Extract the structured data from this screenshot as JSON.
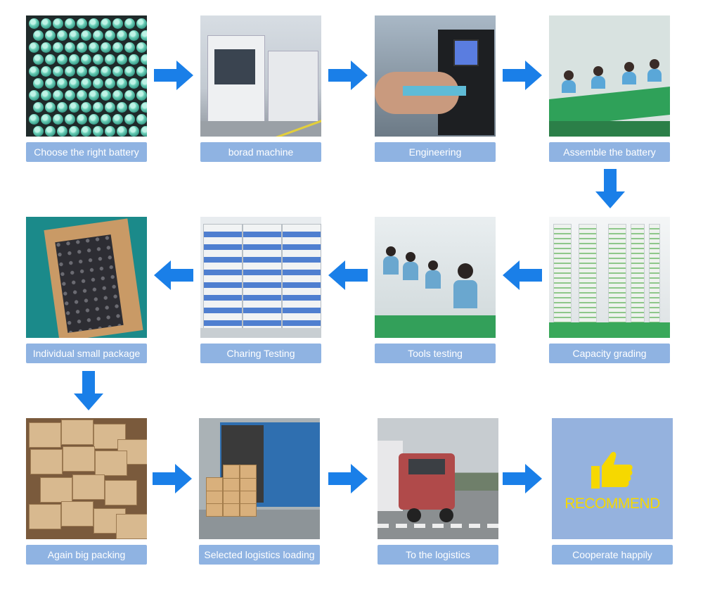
{
  "colors": {
    "label_bg": "#8fb3e2",
    "arrow": "#1a7fe8",
    "label_text": "#ffffff"
  },
  "steps": [
    {
      "label": "Choose the right battery",
      "image": "battery-cells-photo"
    },
    {
      "label": "borad machine",
      "image": "board-machine-photo"
    },
    {
      "label": "Engineering",
      "image": "engineering-photo"
    },
    {
      "label": "Assemble the battery",
      "image": "assembly-line-photo"
    },
    {
      "label": "Capacity grading",
      "image": "capacity-grading-racks-photo"
    },
    {
      "label": "Tools testing",
      "image": "tools-testing-workers-photo"
    },
    {
      "label": "Charing Testing",
      "image": "charging-testing-cabinets-photo"
    },
    {
      "label": "Individual small package",
      "image": "small-package-box-photo"
    },
    {
      "label": "Again big packing",
      "image": "cartons-photo"
    },
    {
      "label": "Selected logistics loading",
      "image": "truck-loading-photo"
    },
    {
      "label": "To the logistics",
      "image": "logistics-truck-photo"
    },
    {
      "label": "Cooperate happily",
      "image": "recommend-thumb-graphic",
      "graphic_text": "RECOMMEND"
    }
  ]
}
